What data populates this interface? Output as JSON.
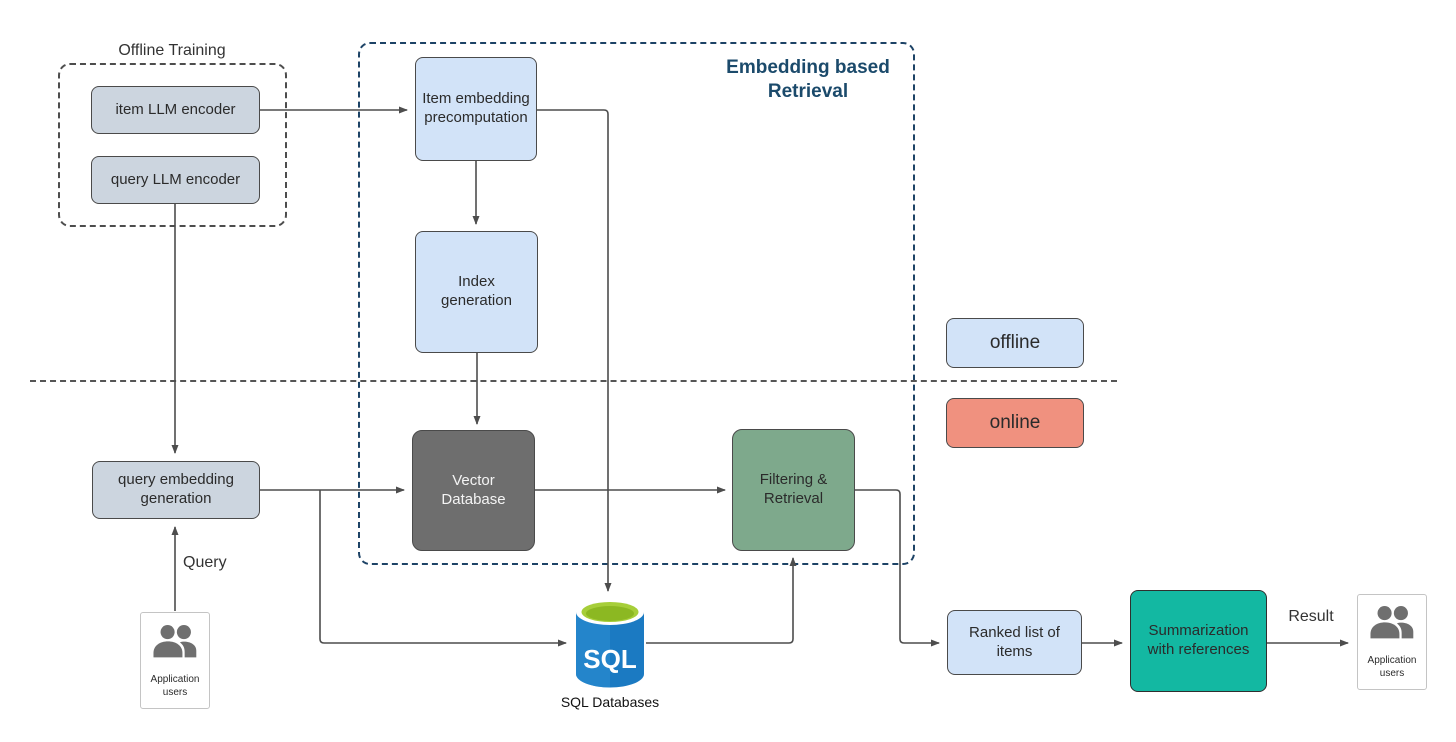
{
  "groups": {
    "offline_training_label": "Offline Training",
    "embedding_retrieval_label": "Embedding based Retrieval"
  },
  "nodes": {
    "item_llm_encoder": "item LLM encoder",
    "query_llm_encoder": "query LLM encoder",
    "item_embedding_precomputation": "Item embedding precomputation",
    "index_generation": "Index generation",
    "vector_database": "Vector Database",
    "filtering_retrieval": "Filtering & Retrieval",
    "query_embedding_generation": "query embedding generation",
    "ranked_list_of_items": "Ranked list of items",
    "summarization_with_references": "Summarization with references",
    "application_users_left": "Application users",
    "application_users_right": "Application users"
  },
  "legend": {
    "offline": "offline",
    "online": "online"
  },
  "edge_labels": {
    "query": "Query",
    "result": "Result"
  },
  "sql": {
    "logo": "SQL",
    "caption": "SQL Databases"
  },
  "colors": {
    "light_blue": "#d2e3f8",
    "gray_blue": "#ccd5df",
    "dark_gray": "#6e6e6e",
    "sage_green": "#7ea98c",
    "salmon": "#f0917f",
    "teal": "#13b8a2",
    "navy_dash": "#1d4366",
    "navy_text": "#1b4a6b",
    "wire": "#4d4d4d",
    "sql_blue": "#1b7ac2",
    "sql_green": "#a6ce39"
  }
}
